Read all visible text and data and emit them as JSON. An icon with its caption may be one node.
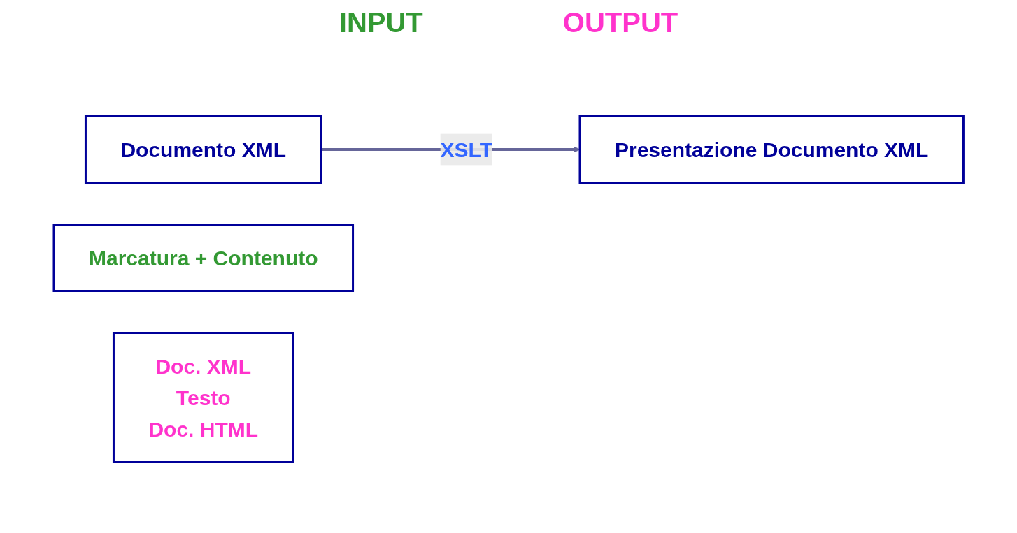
{
  "diagram": {
    "nodes": [
      {
        "text": [
          "Documento XML"
        ]
      },
      {
        "text": [
          "Presentazione Documento XML"
        ]
      },
      {
        "text": [
          "Marcatura + Contenuto"
        ]
      },
      {
        "text": [
          "Doc. XML",
          "Testo",
          "Doc. HTML"
        ]
      }
    ],
    "edges": [
      {
        "from": 0,
        "to": 1,
        "arrow": "to",
        "label": "XSLT",
        "color": "#666699"
      }
    ],
    "labels": [
      "INPUT",
      "OUTPUT"
    ]
  }
}
